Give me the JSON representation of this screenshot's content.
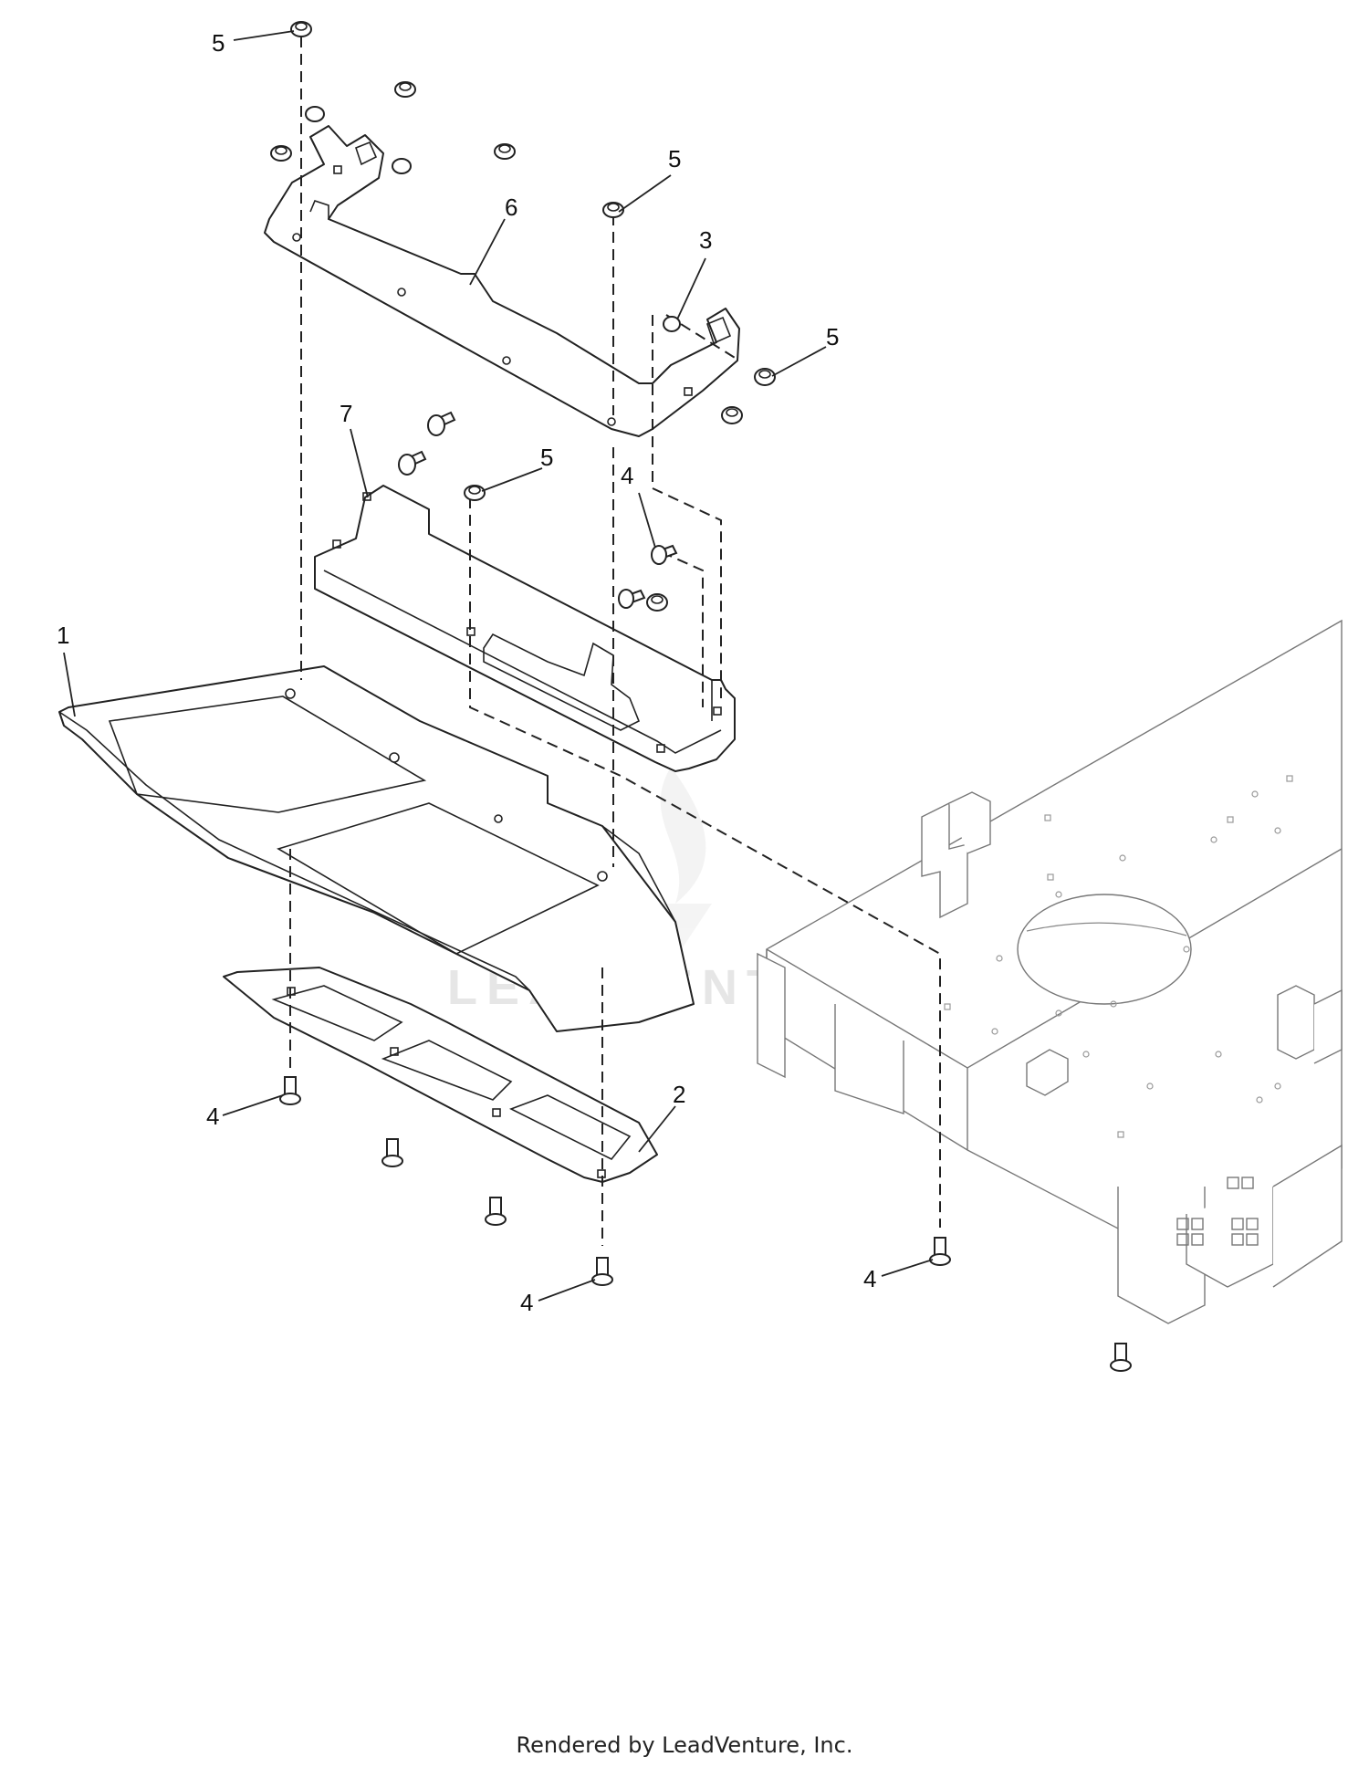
{
  "footer": {
    "text": "Rendered by LeadVenture, Inc."
  },
  "watermark": {
    "text": "LEADVENTURE"
  },
  "callouts": [
    {
      "id": "c5a",
      "label": "5"
    },
    {
      "id": "c5b",
      "label": "5"
    },
    {
      "id": "c6",
      "label": "6"
    },
    {
      "id": "c3",
      "label": "3"
    },
    {
      "id": "c5c",
      "label": "5"
    },
    {
      "id": "c7",
      "label": "7"
    },
    {
      "id": "c5d",
      "label": "5"
    },
    {
      "id": "c4a",
      "label": "4"
    },
    {
      "id": "c1",
      "label": "1"
    },
    {
      "id": "c2",
      "label": "2"
    },
    {
      "id": "c4b",
      "label": "4"
    },
    {
      "id": "c4c",
      "label": "4"
    },
    {
      "id": "c4d",
      "label": "4"
    }
  ]
}
